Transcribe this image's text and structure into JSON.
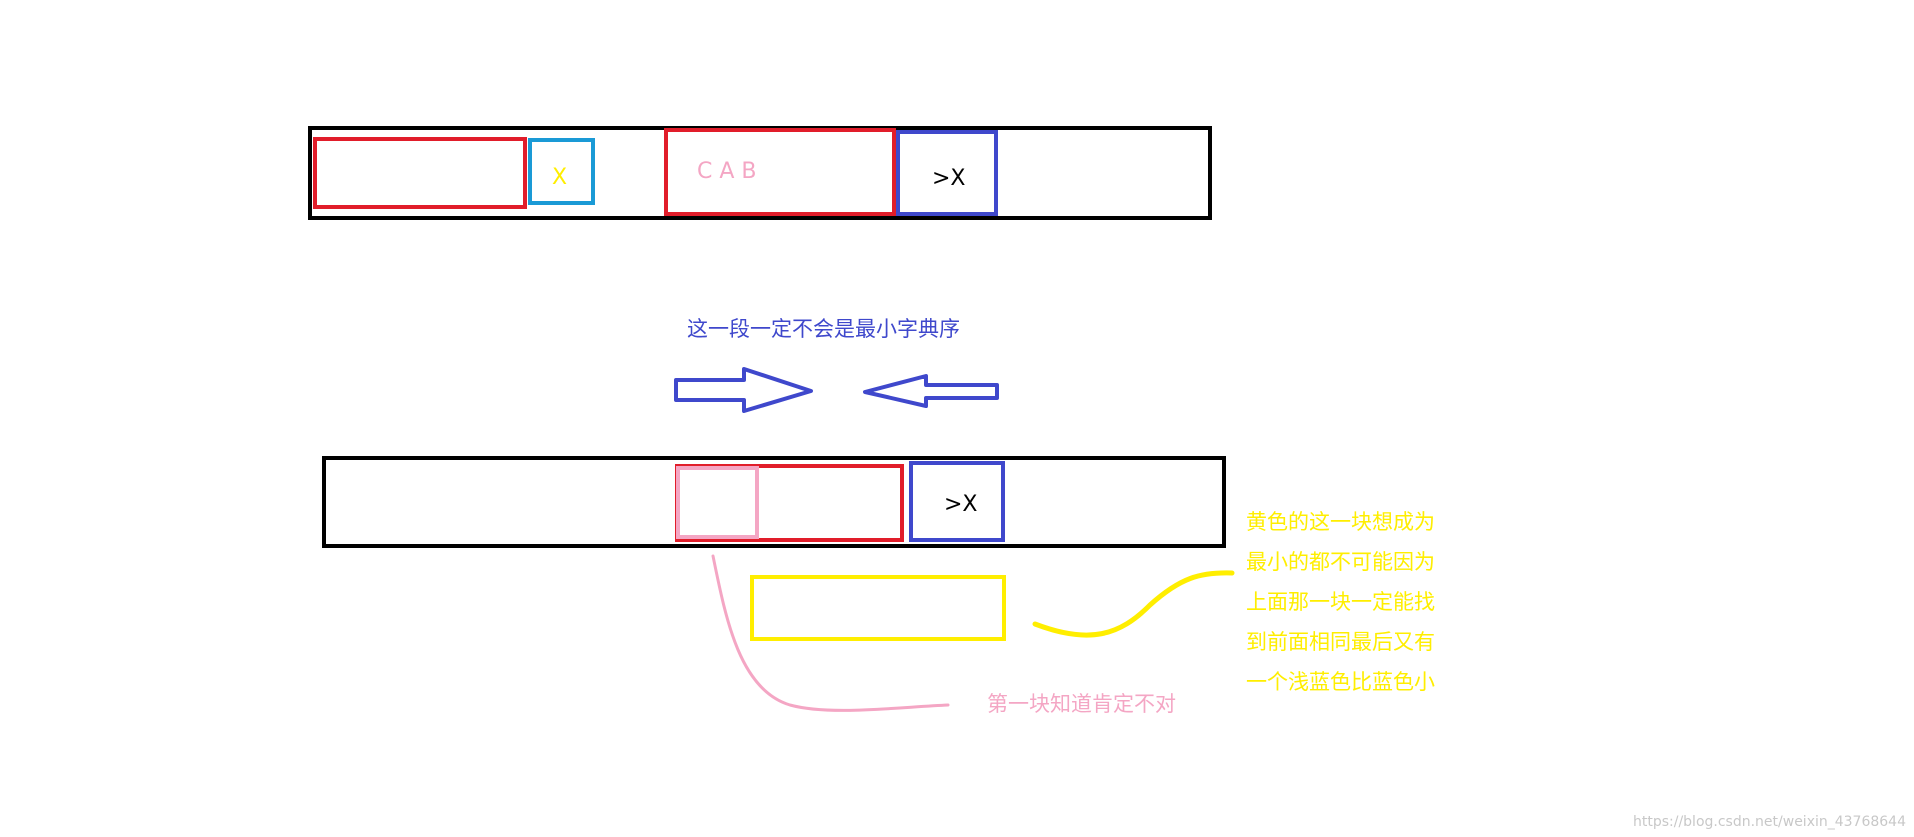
{
  "top_row": {
    "cyan_label": "X",
    "pink_label": "C A B",
    "blue_label": ">X"
  },
  "caption": "这一段一定不会是最小字典序",
  "bottom_row": {
    "blue_label": ">X"
  },
  "pink_note": "第一块知道肯定不对",
  "yellow_note": [
    "黄色的这一块想成为",
    "最小的都不可能因为",
    "上面那一块一定能找",
    "到前面相同最后又有",
    "一个浅蓝色比蓝色小"
  ],
  "watermark": "https://blog.csdn.net/weixin_43768644",
  "colors": {
    "black": "#000000",
    "red": "#e11d2a",
    "cyan": "#1a9ad6",
    "blue": "#3f48cc",
    "pink": "#f4a6c4",
    "yellow": "#ffee00",
    "watermark": "#c8c8c8"
  }
}
